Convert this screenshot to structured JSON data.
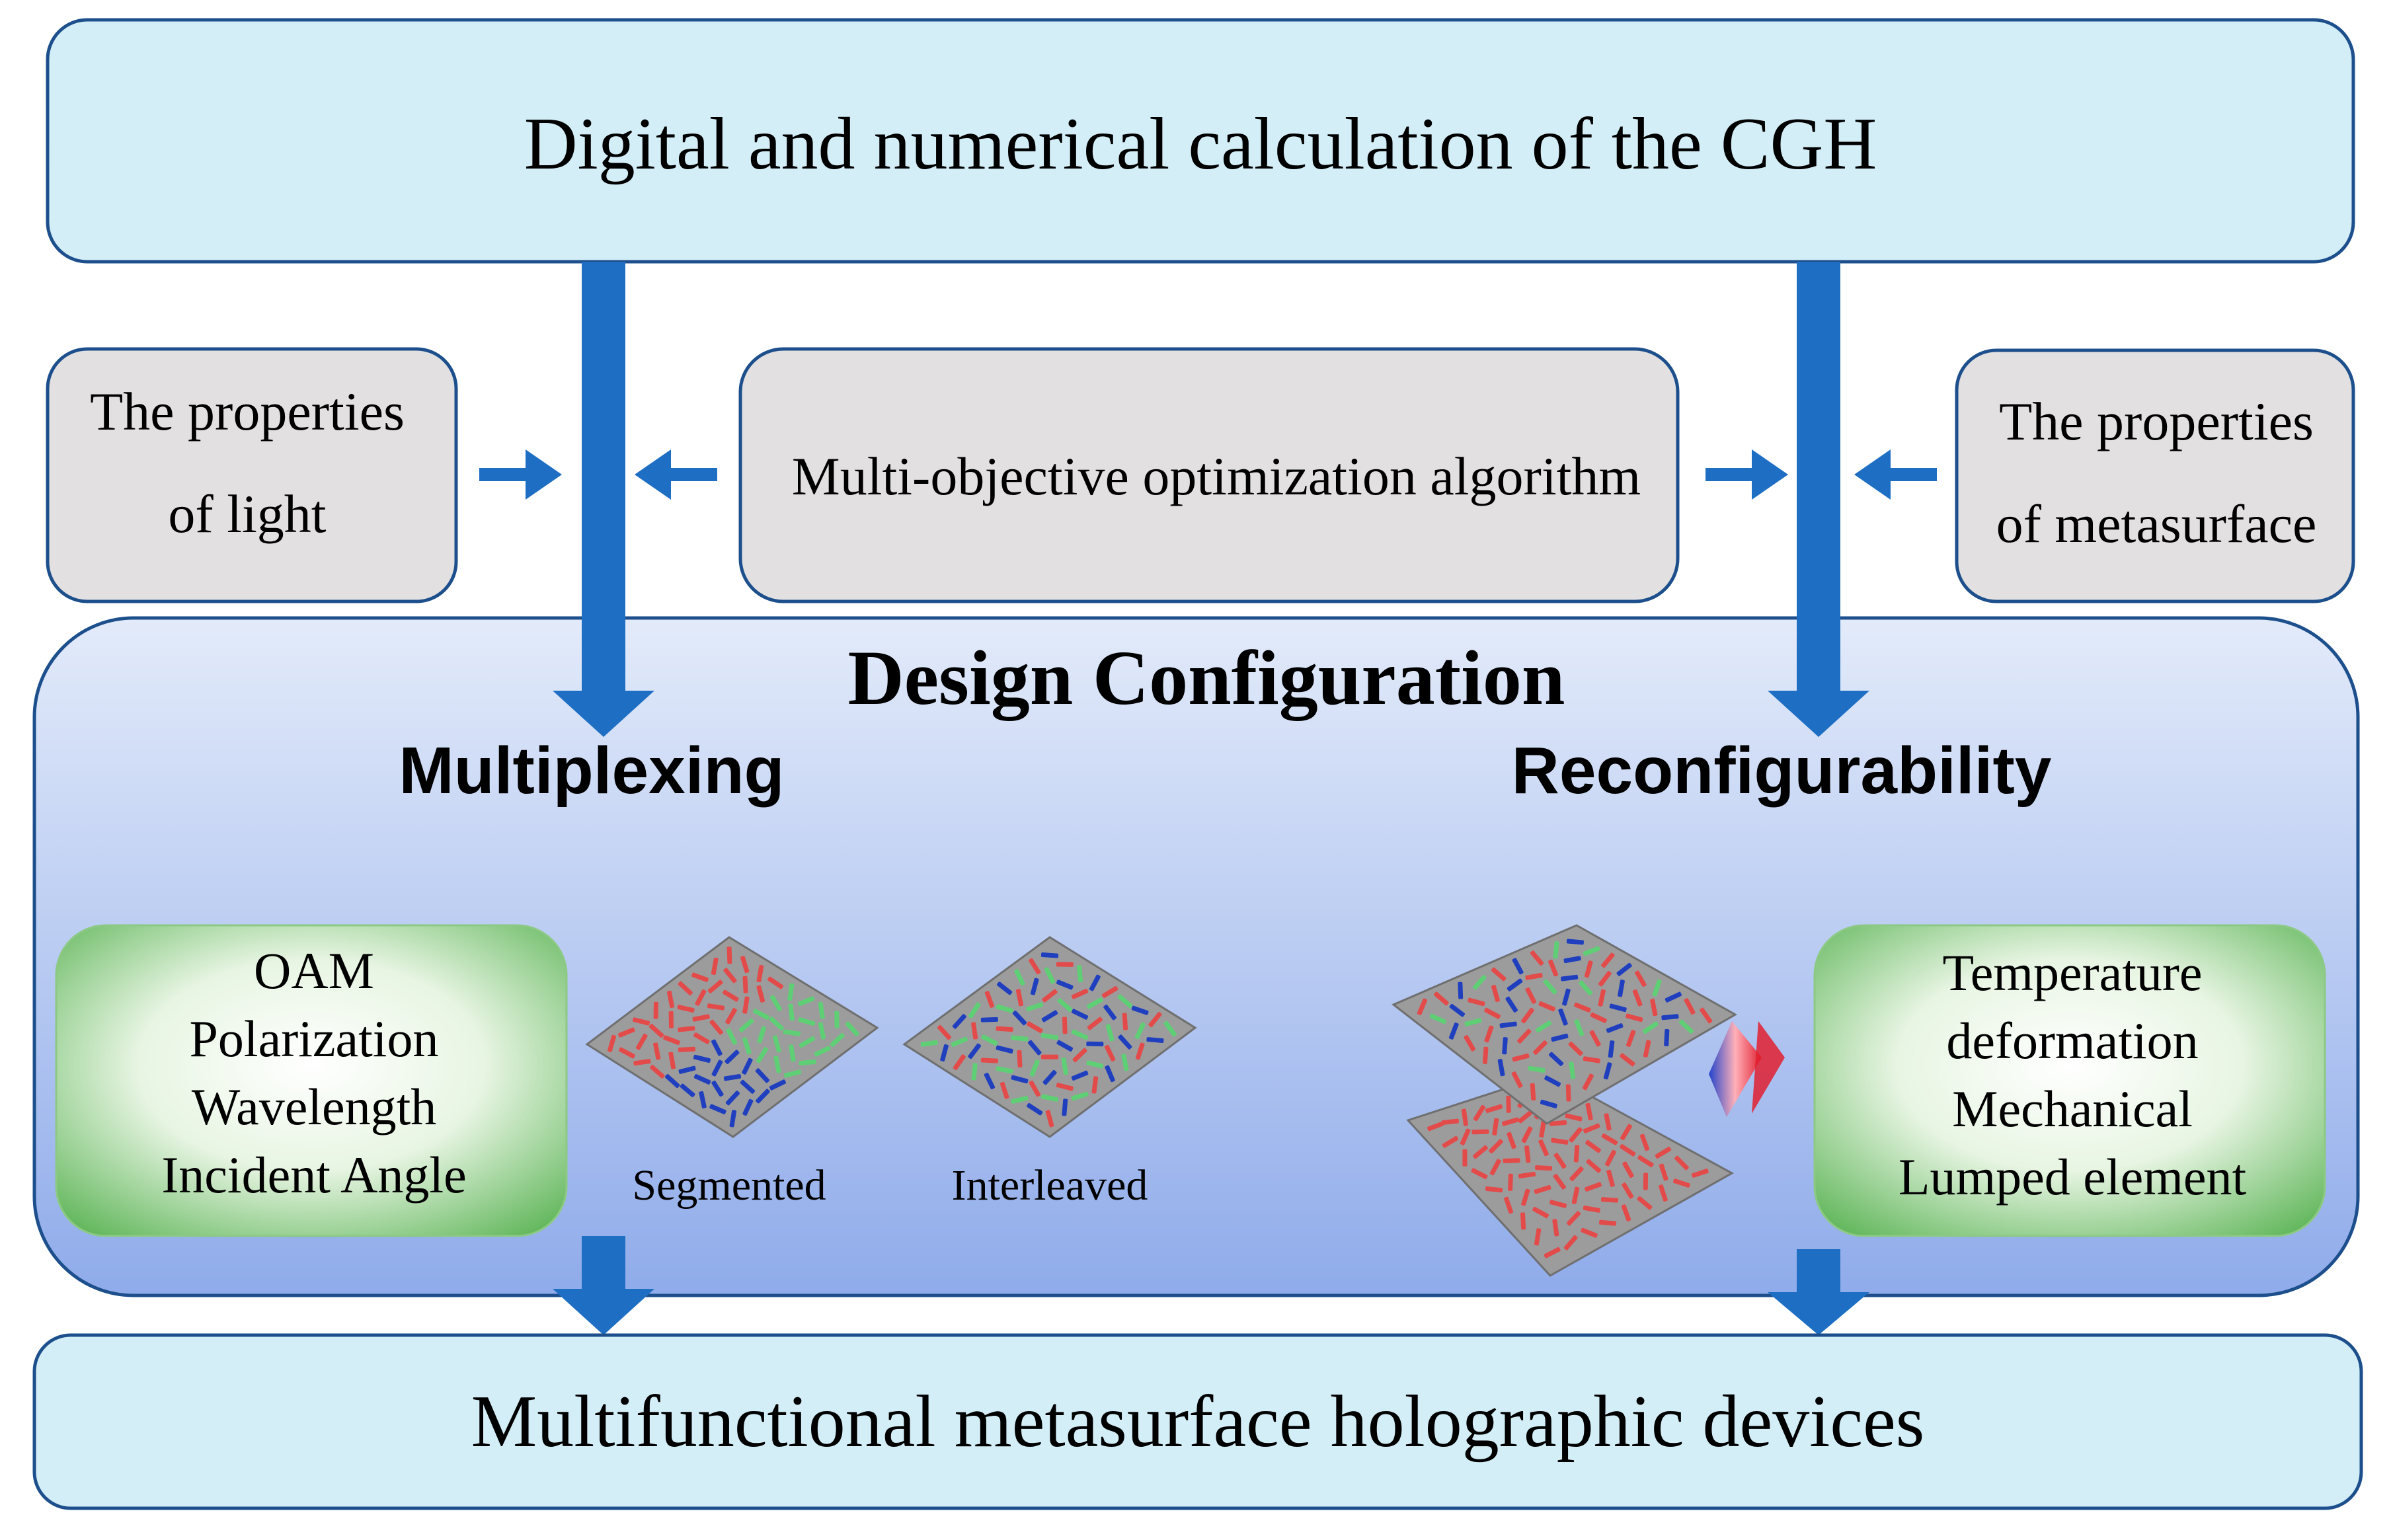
{
  "top_box": {
    "text": "Digital and numerical calculation of the CGH"
  },
  "left_box": {
    "lines": [
      "The properties",
      "of light"
    ]
  },
  "middle_box": {
    "text": "Multi-objective optimization algorithm"
  },
  "right_box": {
    "lines": [
      "The properties",
      "of metasurface"
    ]
  },
  "design": {
    "title": "Design Configuration",
    "multiplexing": {
      "title": "Multiplexing",
      "items": [
        "OAM",
        "Polarization",
        "Wavelength",
        "Incident Angle"
      ],
      "panel_labels": [
        "Segmented",
        "Interleaved"
      ]
    },
    "reconfigurability": {
      "title": "Reconfigurability",
      "items": [
        "Temperature",
        "deformation",
        "Mechanical",
        "Lumped element"
      ]
    }
  },
  "bottom_box": {
    "text": "Multifunctional metasurface holographic devices"
  },
  "colors": {
    "box_fill": "#d4eef7",
    "box_stroke": "#1c4f8c",
    "gray_fill": "#e2e0e0",
    "arrow": "#1e6fc4",
    "green": "#56b050",
    "red_rod": "#e34b4b",
    "blue_rod": "#1f3fbf",
    "green_rod": "#5fcf75"
  }
}
